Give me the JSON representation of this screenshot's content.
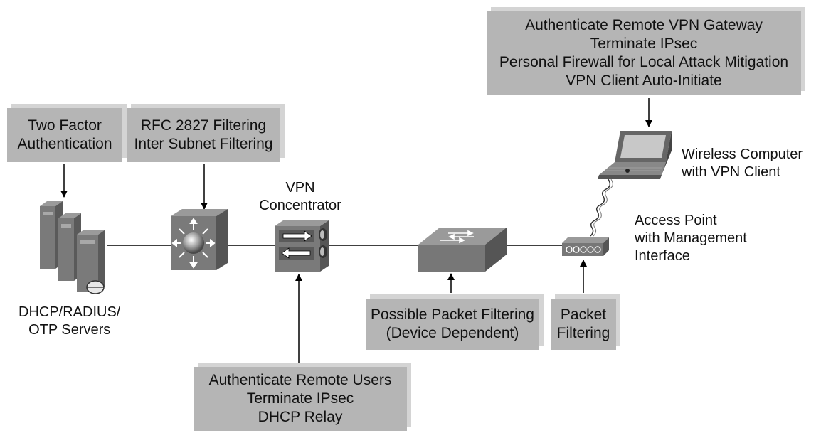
{
  "boxes": {
    "two_factor": [
      "Two Factor",
      "Authentication"
    ],
    "rfc_filtering": [
      "RFC 2827 Filtering",
      "Inter Subnet Filtering"
    ],
    "remote_users": [
      "Authenticate Remote Users",
      "Terminate IPsec",
      "DHCP Relay"
    ],
    "packet_filtering_possible": [
      "Possible Packet Filtering",
      "(Device Dependent)"
    ],
    "packet_filtering": [
      "Packet",
      "Filtering"
    ],
    "vpn_gateway": [
      "Authenticate Remote VPN Gateway",
      "Terminate IPsec",
      "Personal Firewall for Local Attack Mitigation",
      "VPN Client Auto-Initiate"
    ]
  },
  "labels": {
    "servers": [
      "DHCP/RADIUS/",
      "OTP Servers"
    ],
    "concentrator": [
      "VPN",
      "Concentrator"
    ],
    "wireless_computer": [
      "Wireless Computer",
      "with VPN Client"
    ],
    "access_point": [
      "Access Point",
      "with Management",
      "Interface"
    ]
  },
  "colors": {
    "box_fill": "#b5b5b5",
    "box_shadow": "#d4d4d4",
    "device_dark": "#5a5a5a",
    "device_mid": "#8a8a8a",
    "line": "#000000"
  }
}
